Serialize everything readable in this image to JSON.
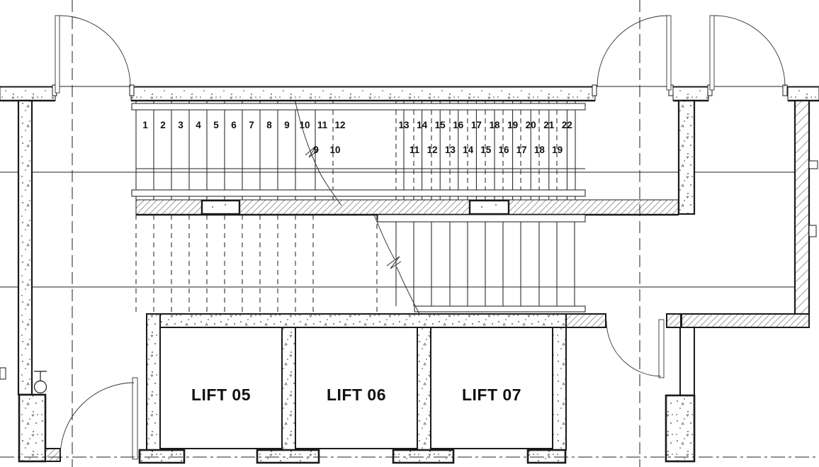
{
  "plan": {
    "stair": {
      "flight_a_left": [
        "1",
        "2",
        "3",
        "4",
        "5",
        "6",
        "7",
        "8",
        "9",
        "10",
        "11",
        "12"
      ],
      "flight_a_right": [
        "13",
        "14",
        "15",
        "16",
        "17",
        "18",
        "19",
        "20",
        "21",
        "22"
      ],
      "flight_b_left": [
        "9",
        "10"
      ],
      "flight_b_right": [
        "11",
        "12",
        "13",
        "14",
        "15",
        "16",
        "17",
        "18",
        "19"
      ]
    },
    "lifts": [
      "LIFT 05",
      "LIFT 06",
      "LIFT 07"
    ],
    "colors": {
      "line": "#1a1a1a",
      "hatch_gray": "#8f8f8f",
      "background": "#ffffff"
    }
  }
}
